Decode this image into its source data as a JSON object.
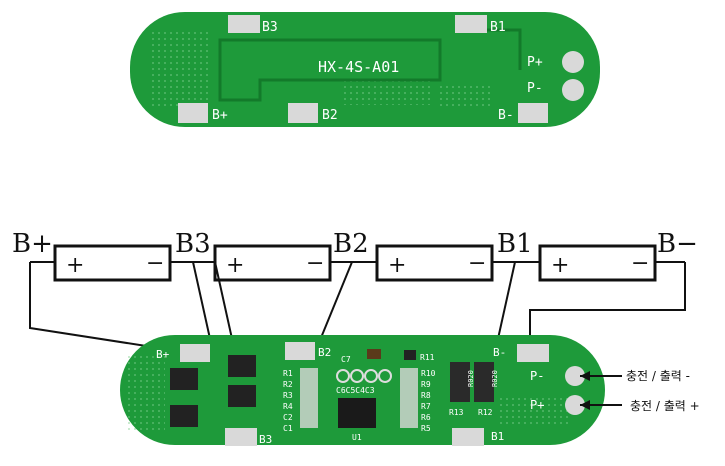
{
  "top_board": {
    "model_label": "HX-4S-A01",
    "pads": {
      "b3": "B3",
      "b1": "B1",
      "bplus": "B+",
      "b2": "B2",
      "bminus": "B-",
      "pplus": "P+",
      "pminus": "P-"
    }
  },
  "wiring": {
    "node_labels": {
      "bplus": "B+",
      "b3": "B3",
      "b2": "B2",
      "b1": "B1",
      "bminus": "B−"
    },
    "cells": [
      {
        "plus": "+",
        "minus": "−"
      },
      {
        "plus": "+",
        "minus": "−"
      },
      {
        "plus": "+",
        "minus": "−"
      },
      {
        "plus": "+",
        "minus": "−"
      }
    ]
  },
  "bottom_board": {
    "pads": {
      "bplus": "B+",
      "b2": "B2",
      "b3": "B3",
      "bminus": "B-",
      "b1": "B1",
      "pminus": "P-",
      "pplus": "P+"
    },
    "components": {
      "c7": "C7",
      "r11": "R11",
      "r_left": [
        "R1",
        "R2",
        "R3",
        "R4",
        "C2",
        "C1"
      ],
      "r_right": [
        "R10",
        "R9",
        "R8",
        "R7",
        "R6",
        "R5"
      ],
      "c_mid": "C6C5C4C3",
      "u1": "U1",
      "r13": "R13",
      "r12": "R12",
      "shunt_left": "R020",
      "shunt_right": "R020"
    },
    "callouts": [
      {
        "text": "충전 / 출력 -"
      },
      {
        "text": "충전 / 출력 +"
      }
    ]
  },
  "colors": {
    "pcb": "#1e9a3a",
    "pcb_dark": "#137a2a",
    "pad": "#d9d9d9",
    "wire": "#111111"
  }
}
